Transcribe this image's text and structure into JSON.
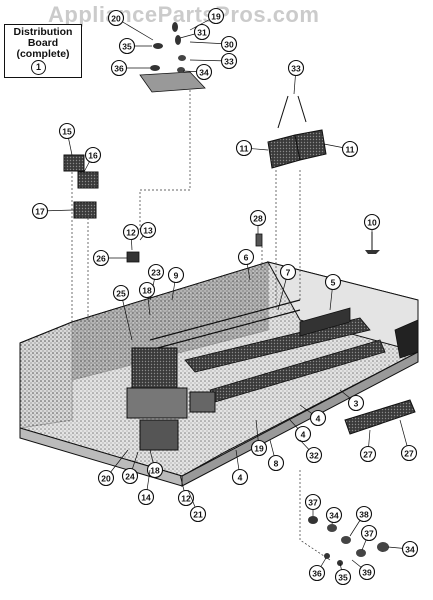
{
  "watermark": "AppliancePartsPros.com",
  "title_box": {
    "line1": "Distribution",
    "line2": "Board",
    "line3": "(complete)",
    "callout": "1"
  },
  "callouts": [
    "19",
    "20",
    "31",
    "30",
    "35",
    "33",
    "36",
    "34",
    "33",
    "11",
    "11",
    "15",
    "16",
    "17",
    "12",
    "13",
    "26",
    "28",
    "10",
    "23",
    "9",
    "18",
    "25",
    "6",
    "7",
    "5",
    "3",
    "4",
    "4",
    "32",
    "19",
    "8",
    "4",
    "20",
    "24",
    "18",
    "14",
    "12",
    "21",
    "27",
    "27",
    "37",
    "34",
    "38",
    "37",
    "34",
    "36",
    "35",
    "39"
  ],
  "colors": {
    "line": "#111111",
    "shade": "#2a2a2a",
    "panel": "#c8c8c8",
    "watermark": "#a0a0a0"
  }
}
